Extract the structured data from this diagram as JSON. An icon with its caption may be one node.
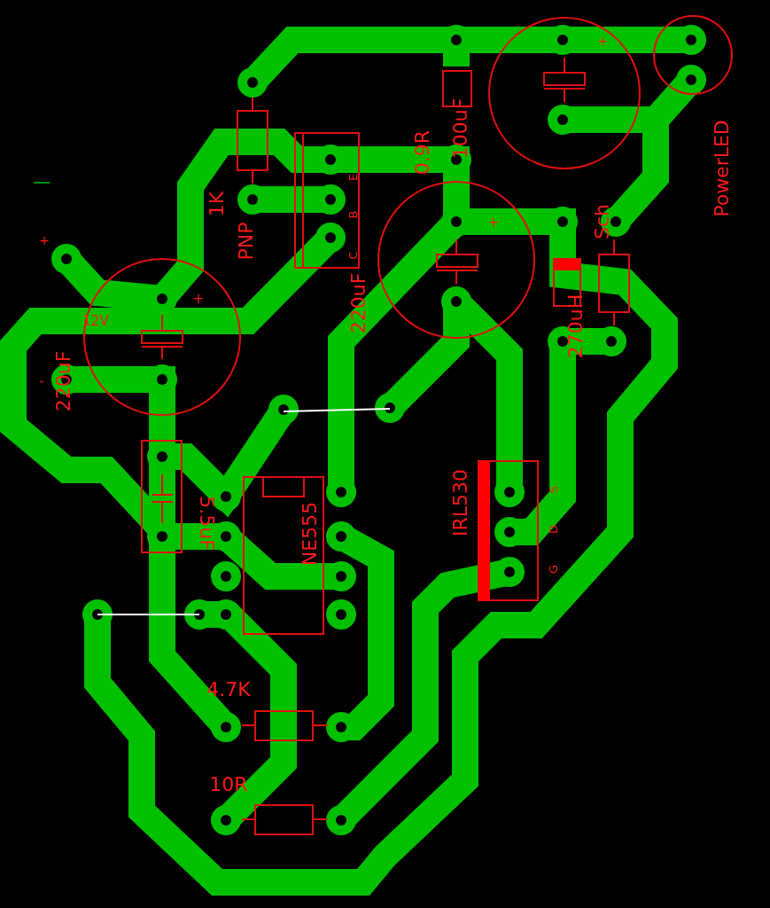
{
  "diagram": {
    "labels": [
      "+",
      "0.9R",
      "100uF",
      "PowerLED",
      "1K",
      "PNP",
      "E",
      "B",
      "C",
      "+",
      "+",
      "+",
      "Sch",
      "220uF",
      "12V",
      "270uH",
      "-",
      "220uF",
      "5.5uF",
      "NE555",
      "IRL530",
      "S",
      "D",
      "G",
      "4.7K",
      "10R"
    ]
  }
}
